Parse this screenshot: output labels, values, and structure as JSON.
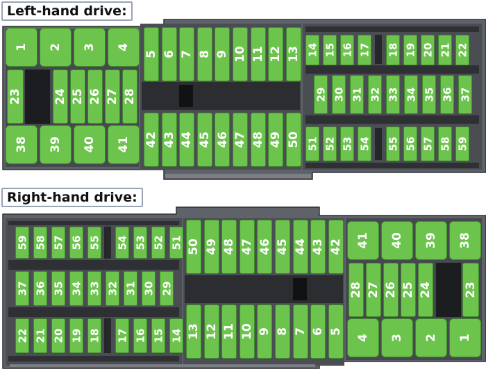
{
  "left_hand_drive": {
    "title": "Left-hand drive:",
    "fuses": [
      "1",
      "2",
      "3",
      "4",
      "5",
      "6",
      "7",
      "8",
      "9",
      "10",
      "11",
      "12",
      "13",
      "14",
      "15",
      "16",
      "17",
      "18",
      "19",
      "20",
      "21",
      "22",
      "23",
      "24",
      "25",
      "26",
      "27",
      "28",
      "29",
      "30",
      "31",
      "32",
      "33",
      "34",
      "35",
      "36",
      "37",
      "38",
      "39",
      "40",
      "41",
      "42",
      "43",
      "44",
      "45",
      "46",
      "47",
      "48",
      "49",
      "50",
      "51",
      "52",
      "53",
      "54",
      "55",
      "56",
      "57",
      "58",
      "59"
    ]
  },
  "right_hand_drive": {
    "title": "Right-hand drive:",
    "fuses": [
      "1",
      "2",
      "3",
      "4",
      "5",
      "6",
      "7",
      "8",
      "9",
      "10",
      "11",
      "12",
      "13",
      "14",
      "15",
      "16",
      "17",
      "18",
      "19",
      "20",
      "21",
      "22",
      "23",
      "24",
      "25",
      "26",
      "27",
      "28",
      "29",
      "30",
      "31",
      "32",
      "33",
      "34",
      "35",
      "36",
      "37",
      "38",
      "39",
      "40",
      "41",
      "42",
      "43",
      "44",
      "45",
      "46",
      "47",
      "48",
      "49",
      "50",
      "51",
      "52",
      "53",
      "54",
      "55",
      "56",
      "57",
      "58",
      "59"
    ]
  },
  "colors": {
    "fuse_fill": "#6cc44d",
    "fuse_border": "#3f8a2c",
    "panel_dark": "#3a3d42",
    "panel_mid": "#55595f",
    "panel_light": "#6d7177",
    "label_border": "#9aa3b5"
  }
}
